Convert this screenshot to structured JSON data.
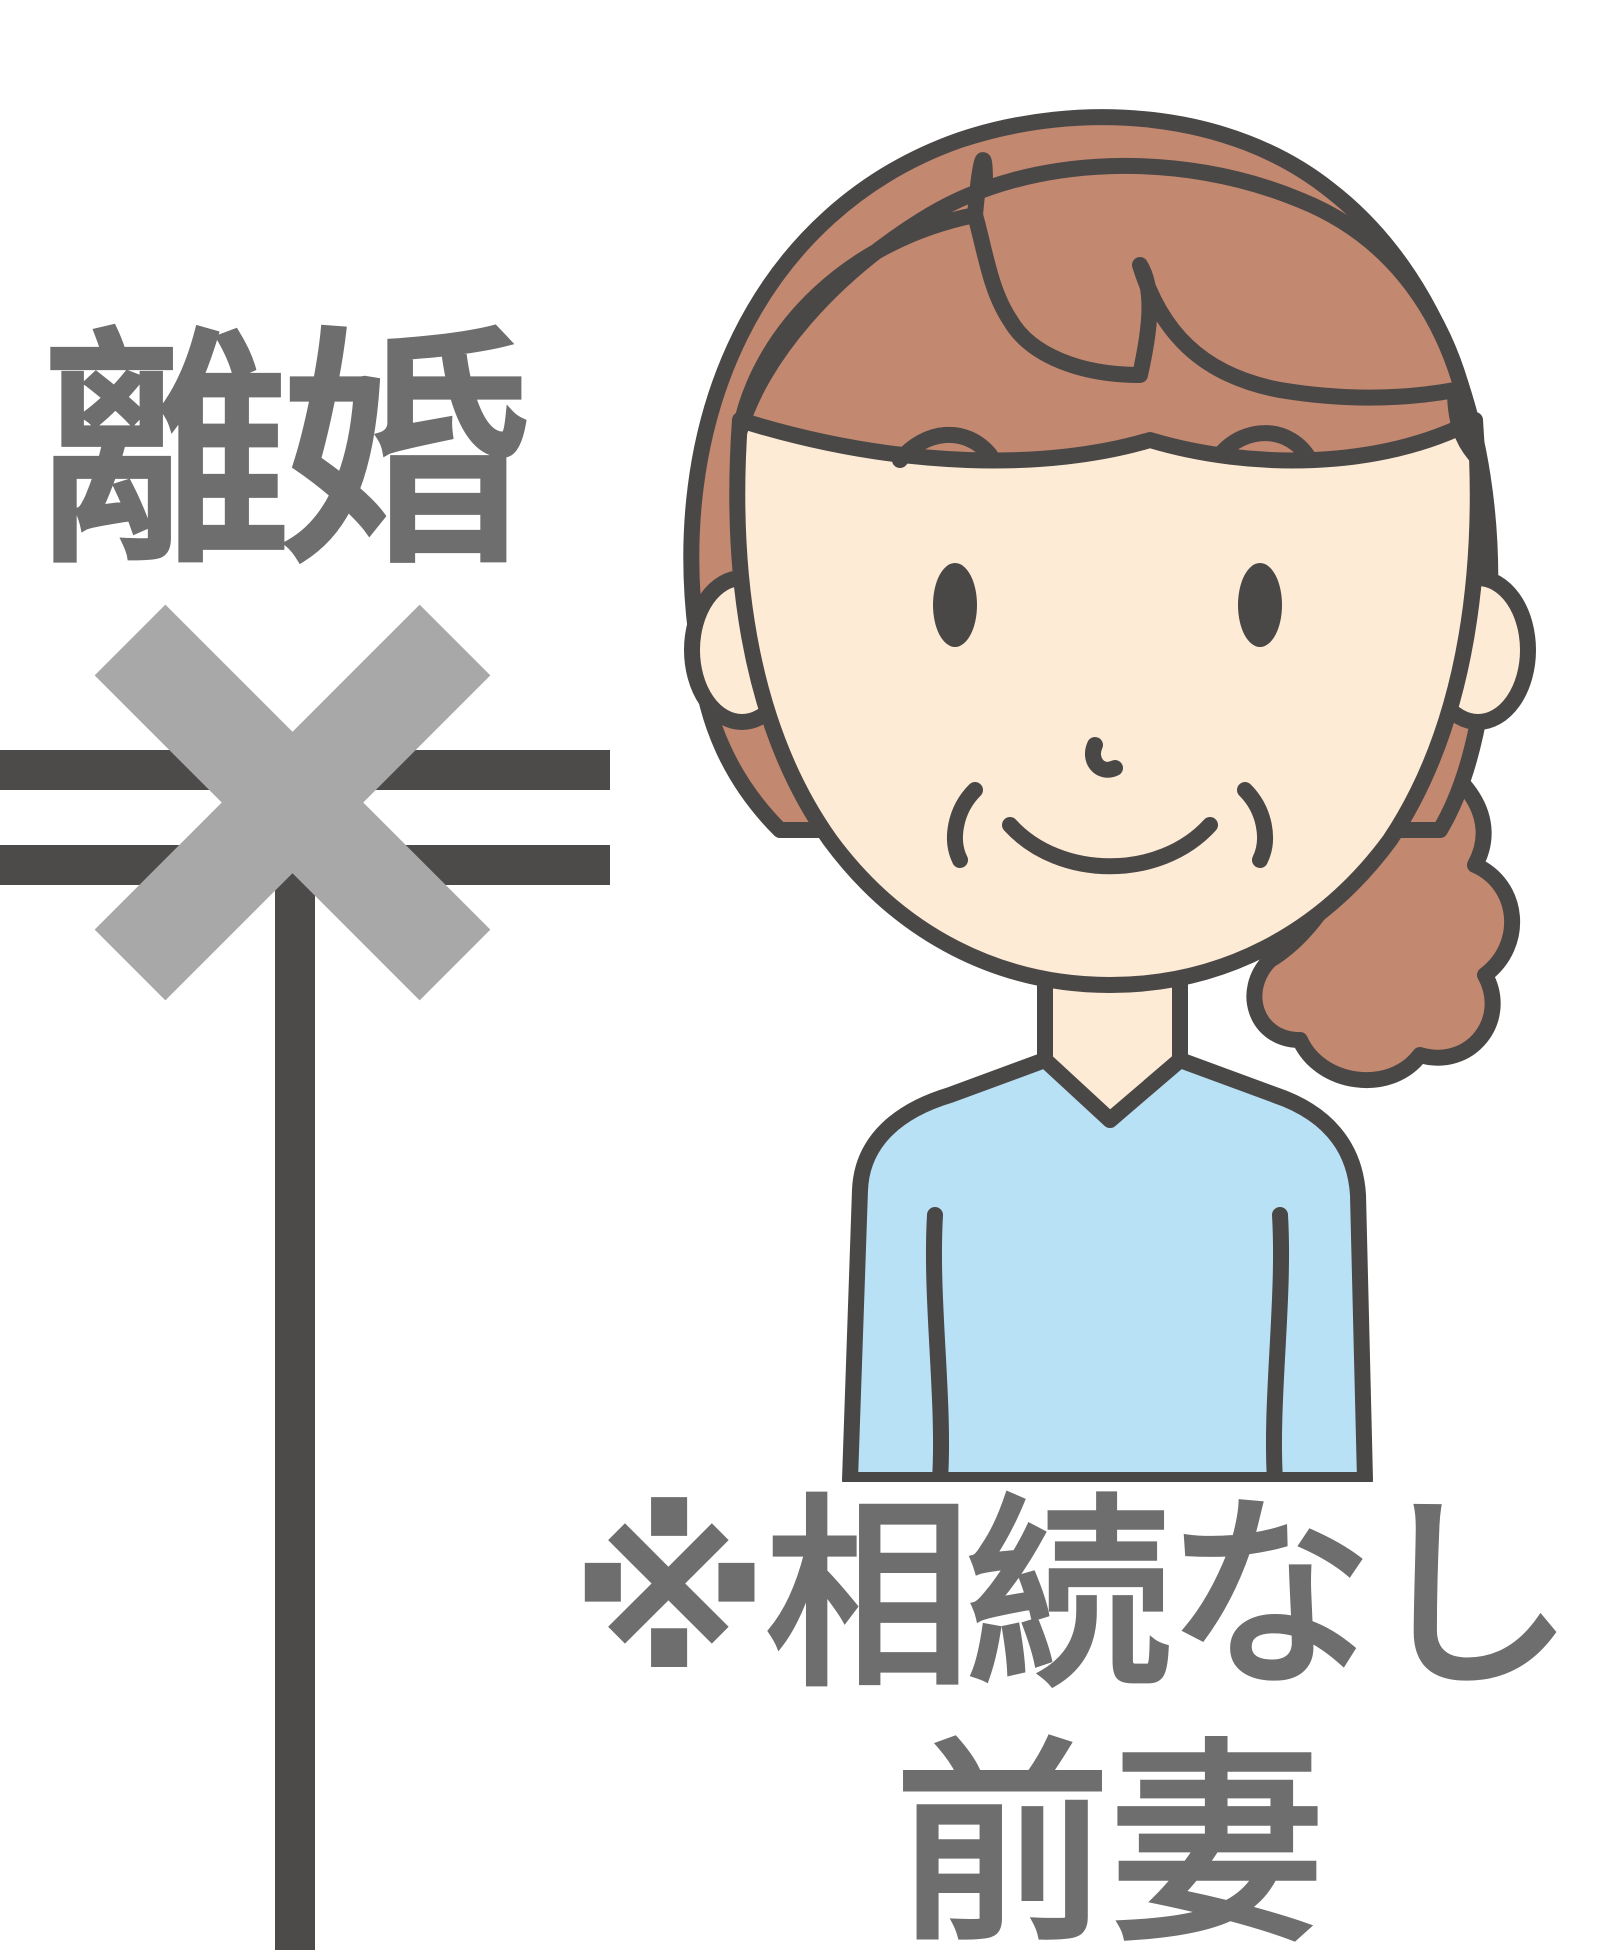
{
  "labels": {
    "divorce": "離婚",
    "note": "※相続なし",
    "role": "前妻"
  },
  "colors": {
    "background": "#ffffff",
    "line": "#4d4a4a",
    "cross": "#a8a8a8",
    "text": "#6e6e6e",
    "hair": "#c28870",
    "skin": "#fdebd6",
    "shirt": "#b9e1f6",
    "outline": "#4a4747"
  },
  "icons": {
    "cross": "cross-mark-icon",
    "person": "woman-illustration"
  }
}
